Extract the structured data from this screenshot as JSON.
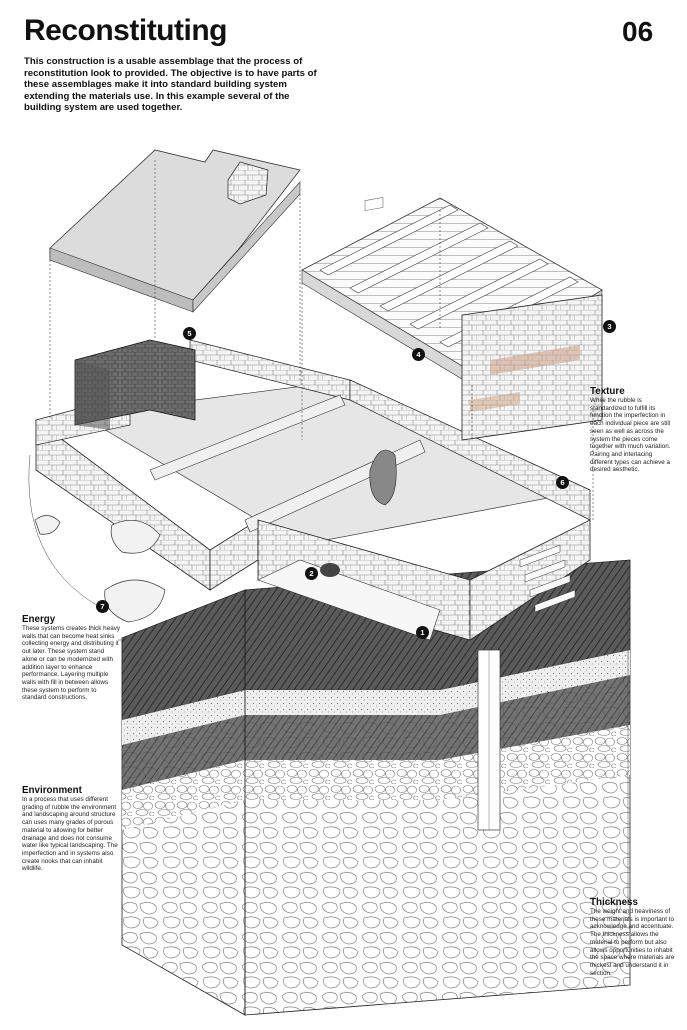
{
  "header": {
    "title": "Reconstituting",
    "sheet_number": "06",
    "intro": "This construction is a usable assemblage that the process of reconstitution look to provided. The objective is to have parts of these assemblages make it into standard building system extending the materials use. In this example several of the building system are used together."
  },
  "notes": {
    "energy": {
      "heading": "Energy",
      "body": "These systems creates thick heavy walls that can become heat sinks collecting energy and distributing it out later. These system stand alone or can be modernized with addition layer to enhance performance. Layering multiple walls with fill in between allows these system to perform to standard constructions."
    },
    "environment": {
      "heading": "Environment",
      "body": "In a process that uses different grading of rubble the environment and landscaping around structure can uses many grades of porous material to allowing for better drainage and does not consume water like typical landscaping. The imperfection and in systems also create nooks that can inhabit wildlife."
    },
    "texture": {
      "heading": "Texture",
      "body": "While the rubble is standardized to fulfill its function the imperfection in each individual piece are still seen as well as across the system the pieces come together with much variation. Pairing and interlacing different types can achieve a desired aesthetic."
    },
    "thickness": {
      "heading": "Thickness",
      "body": "The weight and heaviness of these materials is important to acknowledge and accentuate. The thickness allows the material to perform but also allows opportunities to inhabit the space where materials are thickest and understand it in section."
    }
  },
  "markers": {
    "m1": "1",
    "m2": "2",
    "m3": "3",
    "m4": "4",
    "m5": "5",
    "m6": "6",
    "m7": "7"
  }
}
